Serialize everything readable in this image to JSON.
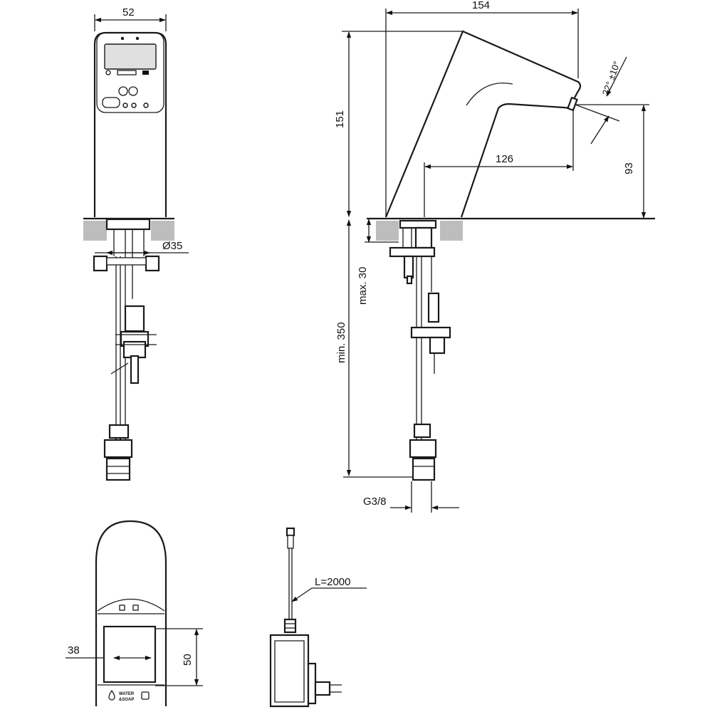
{
  "dimensions": {
    "front_width": "52",
    "base_diameter": "Ø35",
    "total_length": "154",
    "total_height": "151",
    "reach": "126",
    "outlet_height": "93",
    "angle": "22° ±10°",
    "max_thickness": "max. 30",
    "min_length": "min. 350",
    "thread": "G3/8",
    "cable_length": "L=2000",
    "window_width": "38",
    "window_height": "50"
  },
  "labels": {
    "water_line1": "WATER",
    "water_line2": "&SOAP"
  },
  "colors": {
    "line": "#1a1a1a",
    "counter": "#bdbdbd",
    "screen": "#e0e0e0"
  }
}
